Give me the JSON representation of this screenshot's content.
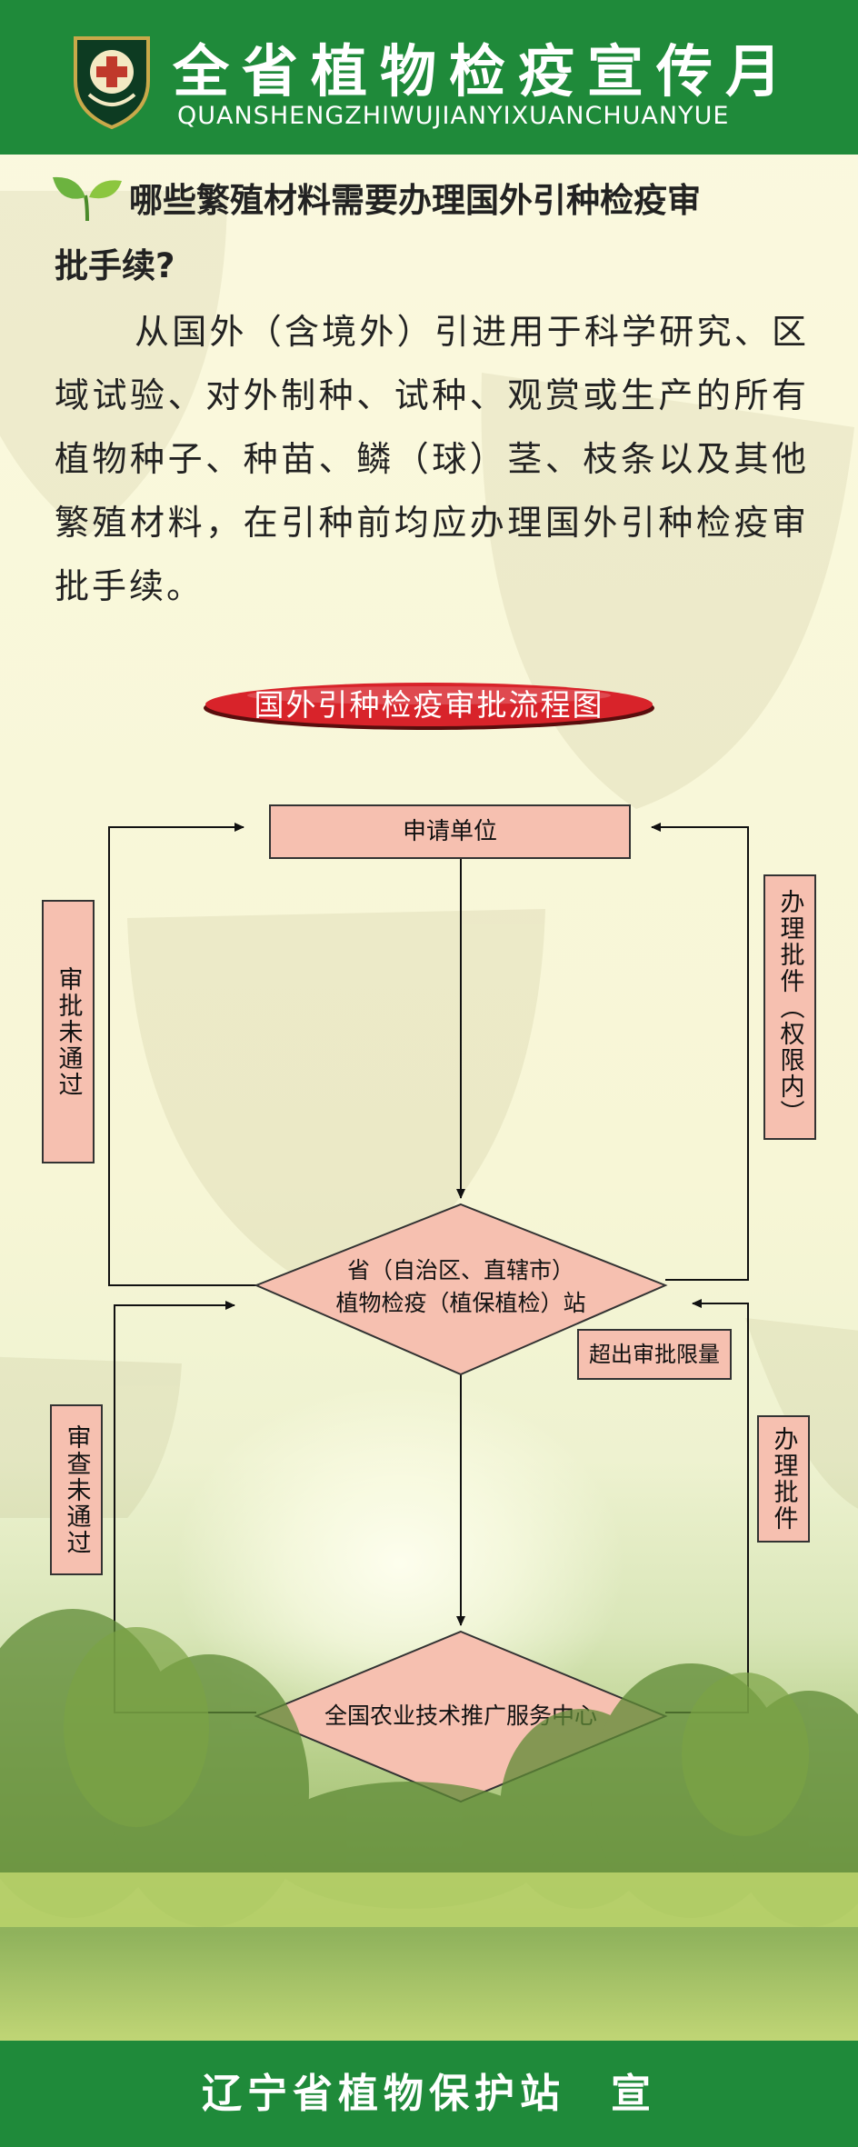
{
  "header": {
    "title": "全省植物检疫宣传月",
    "subtitle": "QUANSHENGZHIWUJIANYIXUANCHUANYUE"
  },
  "question": {
    "line1": "哪些繁殖材料需要办理国外引种检疫审",
    "line2": "批手续?"
  },
  "body_text": "从国外（含境外）引进用于科学研究、区域试验、对外制种、试种、观赏或生产的所有植物种子、种苗、鳞（球）茎、枝条以及其他繁殖材料，在引种前均应办理国外引种检疫审批手续。",
  "flowchart": {
    "title": "国外引种检疫审批流程图",
    "nodes": {
      "applicant": "申请单位",
      "provincial_line1": "省（自治区、直辖市）",
      "provincial_line2": "植物检疫（植保植检）站",
      "national": "全国农业技术推广服务中心"
    },
    "labels": {
      "not_approved": "审批未通过",
      "handle_within": "办理批件（权限内）",
      "exceed_limit": "超出审批限量",
      "review_failed": "审查未通过",
      "handle": "办理批件"
    }
  },
  "footer": {
    "text": "辽宁省植物保护站　宣"
  },
  "colors": {
    "green": "#1f8a3a",
    "node_fill": "#f6c0b0",
    "title_ellipse": "#d8232a",
    "text": "#222222"
  },
  "icons": {
    "logo": "plant-quarantine-shield-icon",
    "sprout": "sprout-icon"
  }
}
